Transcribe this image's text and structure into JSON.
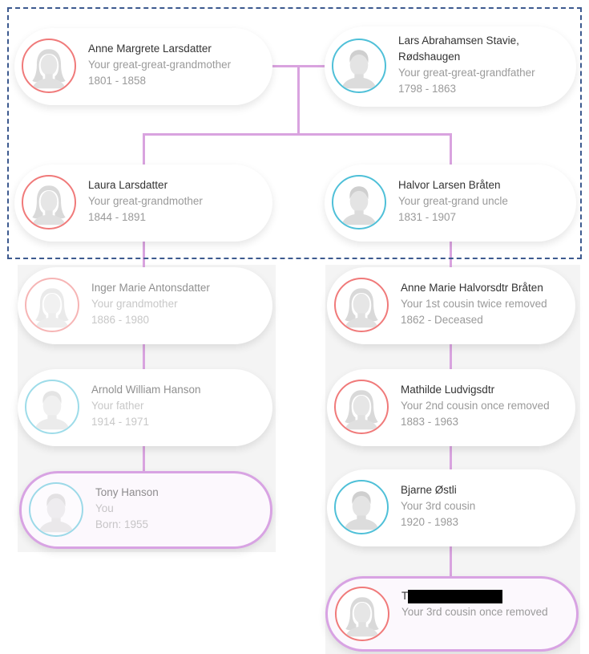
{
  "people": {
    "anne_margrete": {
      "name": "Anne Margrete Larsdatter",
      "relation": "Your great-great-grandmother",
      "years": "1801 - 1858",
      "avatar_icon": "female-avatar-icon"
    },
    "lars": {
      "name_line1": "Lars Abrahamsen Stavie,",
      "name_line2": "Rødshaugen",
      "relation": "Your great-great-grandfather",
      "years": "1798 - 1863",
      "avatar_icon": "male-avatar-icon"
    },
    "laura": {
      "name": "Laura Larsdatter",
      "relation": "Your great-grandmother",
      "years": "1844 - 1891",
      "avatar_icon": "female-avatar-icon"
    },
    "halvor": {
      "name": "Halvor Larsen Bråten",
      "relation": "Your great-grand uncle",
      "years": "1831 - 1907",
      "avatar_icon": "male-avatar-icon"
    },
    "inger": {
      "name": "Inger Marie Antonsdatter",
      "relation": "Your grandmother",
      "years": "1886 - 1980",
      "avatar_icon": "female-avatar-icon"
    },
    "anne_marie": {
      "name": "Anne Marie Halvorsdtr Bråten",
      "relation": "Your 1st cousin twice removed",
      "years": "1862 - Deceased",
      "avatar_icon": "female-avatar-icon"
    },
    "arnold": {
      "name": "Arnold William Hanson",
      "relation": "Your father",
      "years": "1914 - 1971",
      "avatar_icon": "male-avatar-icon"
    },
    "mathilde": {
      "name": "Mathilde Ludvigsdtr",
      "relation": "Your 2nd cousin once removed",
      "years": "1883 - 1963",
      "avatar_icon": "female-avatar-icon"
    },
    "tony": {
      "name": "Tony Hanson",
      "relation": "You",
      "years": "Born: 1955",
      "avatar_icon": "male-avatar-icon"
    },
    "bjarne": {
      "name": "Bjarne Østli",
      "relation": "Your 3rd cousin",
      "years": "1920 - 1983",
      "avatar_icon": "male-avatar-icon"
    },
    "redacted": {
      "name_visible_prefix": "T",
      "relation": "Your 3rd cousin once removed",
      "avatar_icon": "female-avatar-icon"
    }
  },
  "colors": {
    "connector": "#d9a3df",
    "female_ring": "#f07a7a",
    "male_ring": "#4fc0d8",
    "highlight_border": "#d8a3e3",
    "dashed_outline": "#3d5a8f"
  }
}
